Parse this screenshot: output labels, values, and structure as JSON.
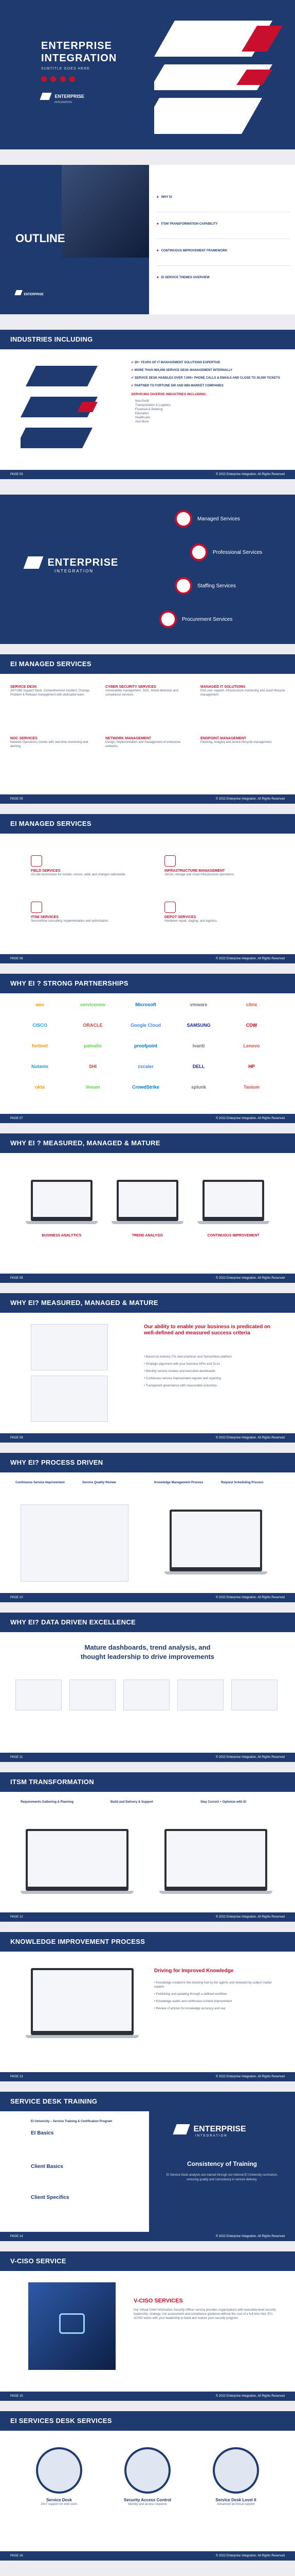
{
  "cover": {
    "title_line1": "ENTERPRISE",
    "title_line2": "INTEGRATION",
    "subtitle": "SUBTITLE GOES HERE",
    "brand_name": "ENTERPRISE",
    "brand_sub": "INTEGRATION"
  },
  "outline": {
    "title": "OUTLINE",
    "brand_name": "ENTERPRISE",
    "brand_sub": "INTEGRATION",
    "items": [
      "WHY EI",
      "ITSM TRANSFORMATION CAPABILITY",
      "CONTINUOUS IMPROVEMENT FRAMEWORK",
      "EI SERVICE THEMES OVERVIEW"
    ]
  },
  "industries": {
    "title": "INDUSTRIES INCLUDING",
    "bullets": [
      "20+ YEARS OF IT MANAGEMENT SOLUTIONS EXPERTISE",
      "MORE THAN 900,000 SERVICE DESK MANAGEMENT INTERNALLY",
      "SERVICE DESK HANDLES OVER 7,000+ PHONE CALLS & EMAILS AND CLOSE TO 30,000 TICKETS",
      "PARTNER TO FORTUNE 500 AND MID-MARKET COMPANIES"
    ],
    "list_title": "SERVICING DIVERSE INDUSTRIES INCLUDING:",
    "industries_list": [
      "Non-Profit",
      "Transportation & Logistics",
      "Financial & Banking",
      "Education",
      "Healthcare",
      "And More"
    ],
    "footer_left": "PAGE 03",
    "footer_right": "© 2022 Enterprise Integration. All Rights Reserved"
  },
  "services_hex": {
    "brand_name": "ENTERPRISE",
    "brand_sub": "INTEGRATION",
    "items": [
      "Managed Services",
      "Professional Services",
      "Staffing Services",
      "Procurement Services"
    ]
  },
  "managed1": {
    "title": "EI MANAGED SERVICES",
    "cards": [
      {
        "title": "SERVICE DESK",
        "text": "24/7/365 Support Desk. Comprehensive Incident, Change, Problem & Release management with dedicated team."
      },
      {
        "title": "CYBER SECURITY SERVICES",
        "text": "Vulnerability management, SOC, threat detection and compliance services."
      },
      {
        "title": "MANAGED IT SOLUTIONS",
        "text": "End user support, infrastructure monitoring and asset lifecycle management."
      },
      {
        "title": "NOC SERVICES",
        "text": "Network Operations Center with real-time monitoring and alerting."
      },
      {
        "title": "NETWORK MANAGEMENT",
        "text": "Design, implementation and management of enterprise networks."
      },
      {
        "title": "ENDPOINT MANAGEMENT",
        "text": "Patching, imaging and device lifecycle management."
      }
    ],
    "footer_left": "PAGE 05",
    "footer_right": "© 2022 Enterprise Integration. All Rights Reserved"
  },
  "managed2": {
    "title": "EI MANAGED SERVICES",
    "cards": [
      {
        "title": "FIELD SERVICES",
        "text": "On-site technicians for installs, moves, adds and changes nationwide."
      },
      {
        "title": "INFRASTRUCTURE MANAGEMENT",
        "text": "Server, storage and cloud infrastructure operations."
      },
      {
        "title": "ITSM SERVICES",
        "text": "ServiceNow consulting, implementation and optimization."
      },
      {
        "title": "DEPOT SERVICES",
        "text": "Hardware repair, staging, and logistics."
      }
    ],
    "footer_left": "PAGE 06",
    "footer_right": "© 2022 Enterprise Integration. All Rights Reserved"
  },
  "partners": {
    "title": "WHY EI ? STRONG PARTNERSHIPS",
    "logos": [
      "aws",
      "servicenow",
      "Microsoft",
      "vmware",
      "citrix",
      "CISCO",
      "ORACLE",
      "Google Cloud",
      "SAMSUNG",
      "CDW",
      "fortinet",
      "paloalto",
      "proofpoint",
      "Ivanti",
      "Lenovo",
      "Nutanix",
      "SHI",
      "zscaler",
      "DELL",
      "HP",
      "okta",
      "Veeam",
      "CrowdStrike",
      "splunk",
      "Tanium"
    ],
    "footer_left": "PAGE 07",
    "footer_right": "© 2022 Enterprise Integration. All Rights Reserved"
  },
  "measured": {
    "title": "WHY EI ? MEASURED, MANAGED & MATURE",
    "labels": [
      "BUSINESS ANALYTICS",
      "TREND ANALYSIS",
      "CONTINUOUS IMPROVEMENT"
    ],
    "footer_left": "PAGE 08",
    "footer_right": "© 2022 Enterprise Integration. All Rights Reserved"
  },
  "measured2": {
    "title": "WHY EI? MEASURED, MANAGED & MATURE",
    "headline": "Our ability to enable your business is predicated on well-defined and measured success criteria",
    "bullets": [
      "Based on industry ITIL best practices and ServiceNow platform",
      "Strategic alignment with your business KPIs and SLAs",
      "Monthly service reviews and executive dashboards",
      "Continuous service improvement register and reporting",
      "Transparent governance with measurable outcomes"
    ],
    "footer_left": "PAGE 09",
    "footer_right": "© 2022 Enterprise Integration. All Rights Reserved"
  },
  "process": {
    "title": "WHY EI? PROCESS DRIVEN",
    "steps": [
      "Continuous Service Improvement",
      "Service Quality Review",
      "Knowledge Management Process",
      "Request Scheduling Process"
    ],
    "footer_left": "PAGE 10",
    "footer_right": "© 2022 Enterprise Integration. All Rights Reserved"
  },
  "data_driven": {
    "title": "WHY EI? DATA DRIVEN EXCELLENCE",
    "headline1": "Mature dashboards, trend analysis, and",
    "headline2": "thought leadership to drive improvements",
    "footer_left": "PAGE 11",
    "footer_right": "© 2022 Enterprise Integration. All Rights Reserved"
  },
  "itsm": {
    "title": "ITSM TRANSFORMATION",
    "steps": [
      "Requirements Gathering & Planning",
      "Build and Delivery & Support",
      "Stay Current + Optimize with EI"
    ],
    "footer_left": "PAGE 12",
    "footer_right": "© 2022 Enterprise Integration. All Rights Reserved"
  },
  "knowledge": {
    "title": "KNOWLEDGE IMPROVEMENT PROCESS",
    "headline": "Driving for Improved Knowledge",
    "bullets": [
      "Knowledge created in the ticketing tool by the agents and reviewed by subject matter experts",
      "Publishing and updating through a defined workflow",
      "Knowledge audits and continuous content improvement",
      "Review of articles for knowledge accuracy and use"
    ],
    "footer_left": "PAGE 13",
    "footer_right": "© 2022 Enterprise Integration. All Rights Reserved"
  },
  "training": {
    "title": "SERVICE DESK TRAINING",
    "program": "EI University – Service Training & Certification Program",
    "sections": [
      "EI Basics",
      "Client Basics",
      "Client Specifics"
    ],
    "brand_name": "ENTERPRISE",
    "brand_sub": "INTEGRATION",
    "headline": "Consistency of Training",
    "text": "EI Service Desk analysts are trained through our internal EI University curriculum, ensuring quality and consistency in service delivery.",
    "footer_left": "PAGE 14",
    "footer_right": "© 2022 Enterprise Integration. All Rights Reserved"
  },
  "vciso": {
    "title": "V-CISO SERVICE",
    "headline": "V-CISO SERVICES",
    "text": "Our Virtual Chief Information Security Officer service provides organizations with executive-level security leadership, strategy, risk assessment and compliance guidance without the cost of a full-time hire. EI's vCISO works with your leadership to build and mature your security program.",
    "footer_left": "PAGE 15",
    "footer_right": "© 2022 Enterprise Integration. All Rights Reserved"
  },
  "sd_services": {
    "title": "EI SERVICES DESK SERVICES",
    "items": [
      {
        "title": "Service Desk",
        "text": "24x7 support for end users"
      },
      {
        "title": "Security Access Control",
        "text": "Identity and access requests"
      },
      {
        "title": "Service Desk Level II",
        "text": "Advanced technical support"
      }
    ],
    "footer_left": "PAGE 16",
    "footer_right": "© 2022 Enterprise Integration. All Rights Reserved"
  }
}
